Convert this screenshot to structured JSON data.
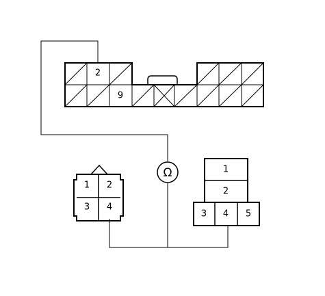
{
  "connector_top": {
    "labels": {
      "pin_2": "2",
      "pin_9": "9"
    }
  },
  "connector_left": {
    "labels": [
      "1",
      "2",
      "3",
      "4"
    ]
  },
  "connector_right": {
    "labels": [
      "1",
      "2",
      "3",
      "4",
      "5"
    ]
  },
  "meter": {
    "symbol": "Ω"
  }
}
